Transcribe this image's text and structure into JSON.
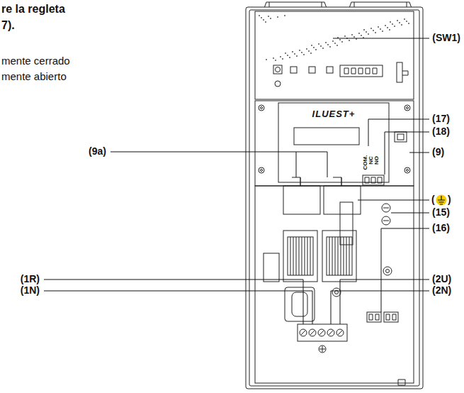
{
  "diagram": {
    "labels": [
      "re la regleta",
      "7).",
      "mente cerrado",
      "mente abierto",
      "(SW1)",
      "ILUEST+",
      "(17)",
      "(18)",
      "(9a)",
      "COM.",
      "NC",
      "NO",
      "(9)",
      "(",
      ")",
      "(15)",
      "(16)",
      "(1R)",
      "(2U)",
      "(1N)",
      "(2N)"
    ]
  }
}
